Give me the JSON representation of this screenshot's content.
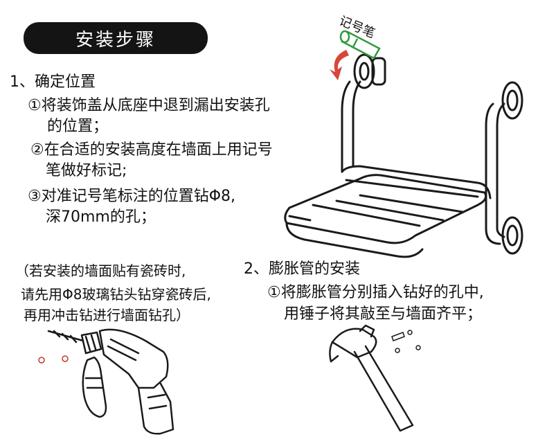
{
  "header": {
    "title": "安装步骤"
  },
  "step1": {
    "heading": "1、确定位置",
    "items": [
      {
        "line1": "①将装饰盖从底座中退到漏出安装孔",
        "line2": "的位置；"
      },
      {
        "line1": "②在合适的安装高度在墙面上用记号",
        "line2": "笔做好标记;"
      },
      {
        "line1": "③对准记号笔标注的位置钻Φ8,",
        "line2": "深70mm的孔；"
      }
    ]
  },
  "note": {
    "lines": [
      "（若安装的墙面贴有瓷砖时,",
      "请先用Φ8玻璃钻头钻穿瓷砖后,",
      "再用冲击钻进行墙面钻孔）"
    ]
  },
  "step2": {
    "heading": "2、膨胀管的安装",
    "items": [
      {
        "line1": "①将膨胀管分别插入钻好的孔中,",
        "line2": "用锤子将其敲至与墙面齐平；"
      }
    ]
  },
  "illustration": {
    "pen_label": "记号笔"
  },
  "colors": {
    "pill": "#141414",
    "pen_green": "#2e9a3c",
    "arrow_red": "#d8453a",
    "dot_red": "#c0392b"
  }
}
